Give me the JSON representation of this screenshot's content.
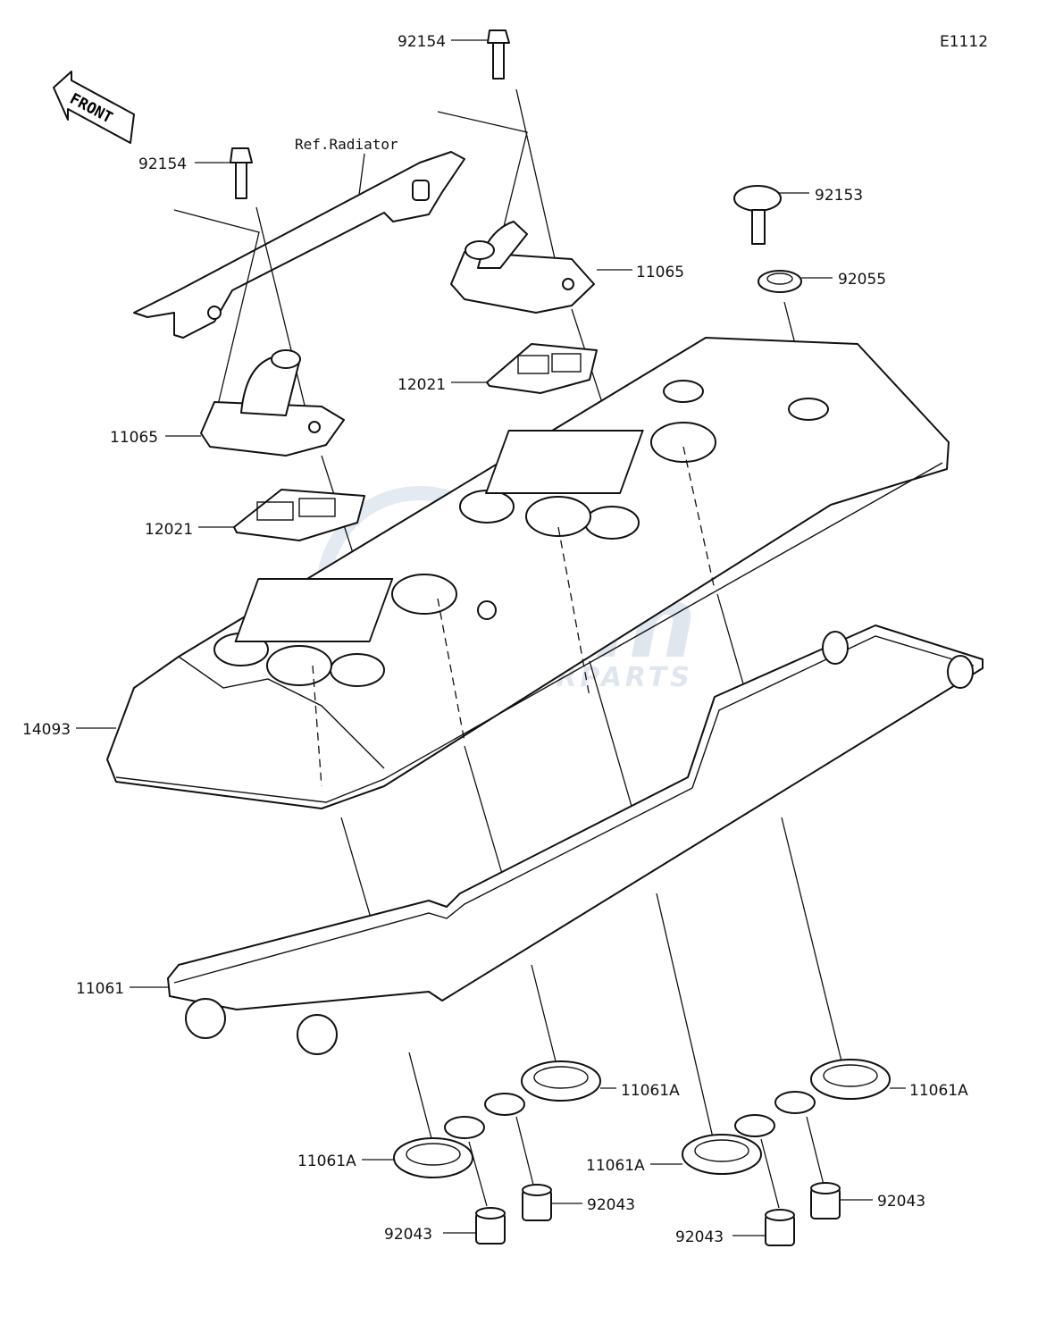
{
  "diagram_code": "E1112",
  "front_arrow": {
    "text": "FRONT"
  },
  "reference_note": "Ref.Radiator",
  "watermark": {
    "brand": "Gem",
    "tagline": "MOTORPARTS",
    "icon": "globe-logo-icon"
  },
  "callouts": {
    "bolt_top": "92154",
    "bolt_left": "92154",
    "bolt_right": "92153",
    "washer_right": "92055",
    "breather_right": "11065",
    "breather_left": "11065",
    "plate_right": "12021",
    "plate_left": "12021",
    "cylinder_head_cover": "14093",
    "gasket": "11061",
    "plug_gasket_1": "11061A",
    "plug_gasket_2": "11061A",
    "plug_gasket_3": "11061A",
    "plug_gasket_4": "11061A",
    "collar_1": "92043",
    "collar_2": "92043",
    "collar_3": "92043",
    "collar_4": "92043"
  }
}
